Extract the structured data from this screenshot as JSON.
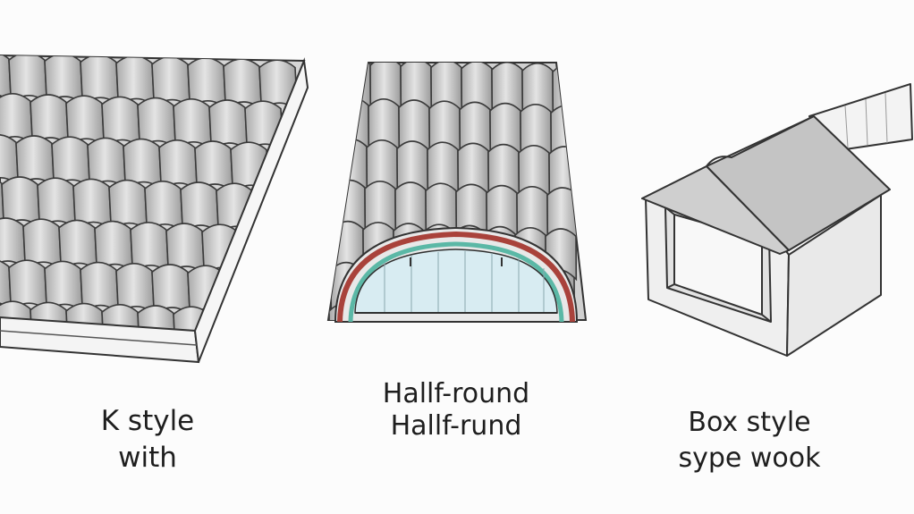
{
  "panels": [
    {
      "caption_lines": [
        "K style",
        "with"
      ]
    },
    {
      "caption_lines": [
        "Hallf-round",
        "Hallf-rund"
      ]
    },
    {
      "caption_lines": [
        "Box style",
        "sype wook"
      ]
    }
  ],
  "colors": {
    "tile": "#c9c9c9",
    "tile_shadow": "#8a8a8a",
    "outline": "#3a3a3a",
    "gutter_red": "#a9423b",
    "gutter_teal": "#5bb8a6",
    "glass": "#d8ecf2"
  }
}
